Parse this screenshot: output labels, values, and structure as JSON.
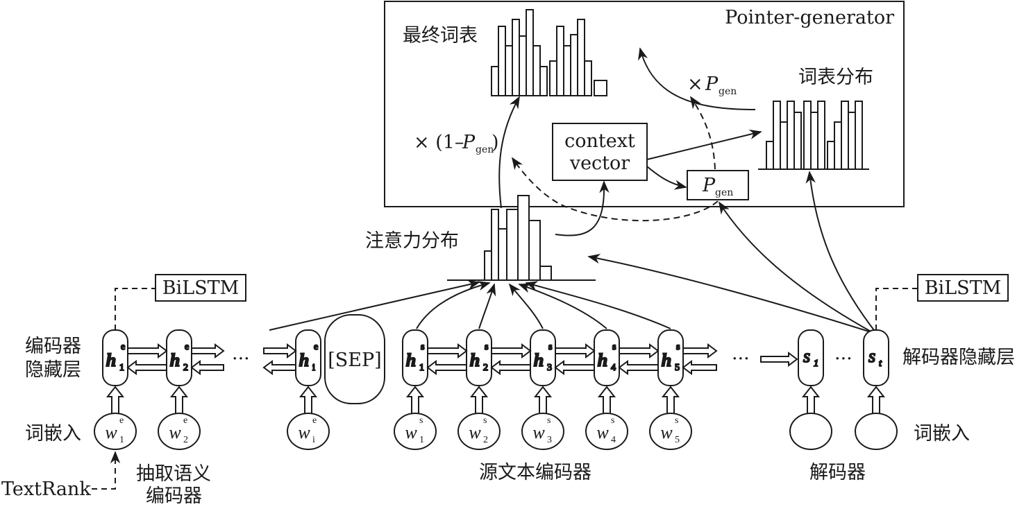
{
  "pointer_generator": {
    "title": "Pointer-generator",
    "final_vocab_label": "最终词表",
    "vocab_dist_label": "词表分布",
    "context_vector_line1": "context",
    "context_vector_line2": "vector",
    "p_gen_symbol": "P",
    "p_gen_sub": "gen",
    "times_pgen_prefix": "× ",
    "times_one_minus_prefix": "× (1–",
    "times_one_minus_suffix": ")"
  },
  "attention_label": "注意力分布",
  "left_labels": {
    "encoder_hidden_line1": "编码器",
    "encoder_hidden_line2": "隐藏层",
    "word_embedding": "词嵌入",
    "textrank": "TextRank",
    "extract_encoder_line1": "抽取语义",
    "extract_encoder_line2": "编码器"
  },
  "right_labels": {
    "decoder_hidden": "解码器隐藏层",
    "word_embedding": "词嵌入",
    "decoder": "解码器"
  },
  "center_label": "源文本编码器",
  "bilstm_label": "BiLSTM",
  "sep_label": "[SEP]",
  "ellipsis": "···",
  "encoder_nodes": {
    "h1e": {
      "base": "h",
      "sup": "e",
      "sub": "1"
    },
    "h2e": {
      "base": "h",
      "sup": "e",
      "sub": "2"
    },
    "hie": {
      "base": "h",
      "sup": "e",
      "sub": "i"
    },
    "h1s": {
      "base": "h",
      "sup": "s",
      "sub": "1"
    },
    "h2s": {
      "base": "h",
      "sup": "s",
      "sub": "2"
    },
    "h3s": {
      "base": "h",
      "sup": "s",
      "sub": "3"
    },
    "h4s": {
      "base": "h",
      "sup": "s",
      "sub": "4"
    },
    "h5s": {
      "base": "h",
      "sup": "s",
      "sub": "5"
    }
  },
  "decoder_nodes": {
    "s1": {
      "base": "s",
      "sub": "1"
    },
    "st": {
      "base": "s",
      "sub": "t"
    }
  },
  "word_nodes": {
    "w1e": {
      "base": "w",
      "sup": "e",
      "sub": "1"
    },
    "w2e": {
      "base": "w",
      "sup": "e",
      "sub": "2"
    },
    "wie": {
      "base": "w",
      "sup": "e",
      "sub": "i"
    },
    "w1s": {
      "base": "w",
      "sup": "s",
      "sub": "1"
    },
    "w2s": {
      "base": "w",
      "sup": "s",
      "sub": "2"
    },
    "w3s": {
      "base": "w",
      "sup": "s",
      "sub": "3"
    },
    "w4s": {
      "base": "w",
      "sup": "s",
      "sub": "4"
    },
    "w5s": {
      "base": "w",
      "sup": "s",
      "sub": "5"
    }
  }
}
